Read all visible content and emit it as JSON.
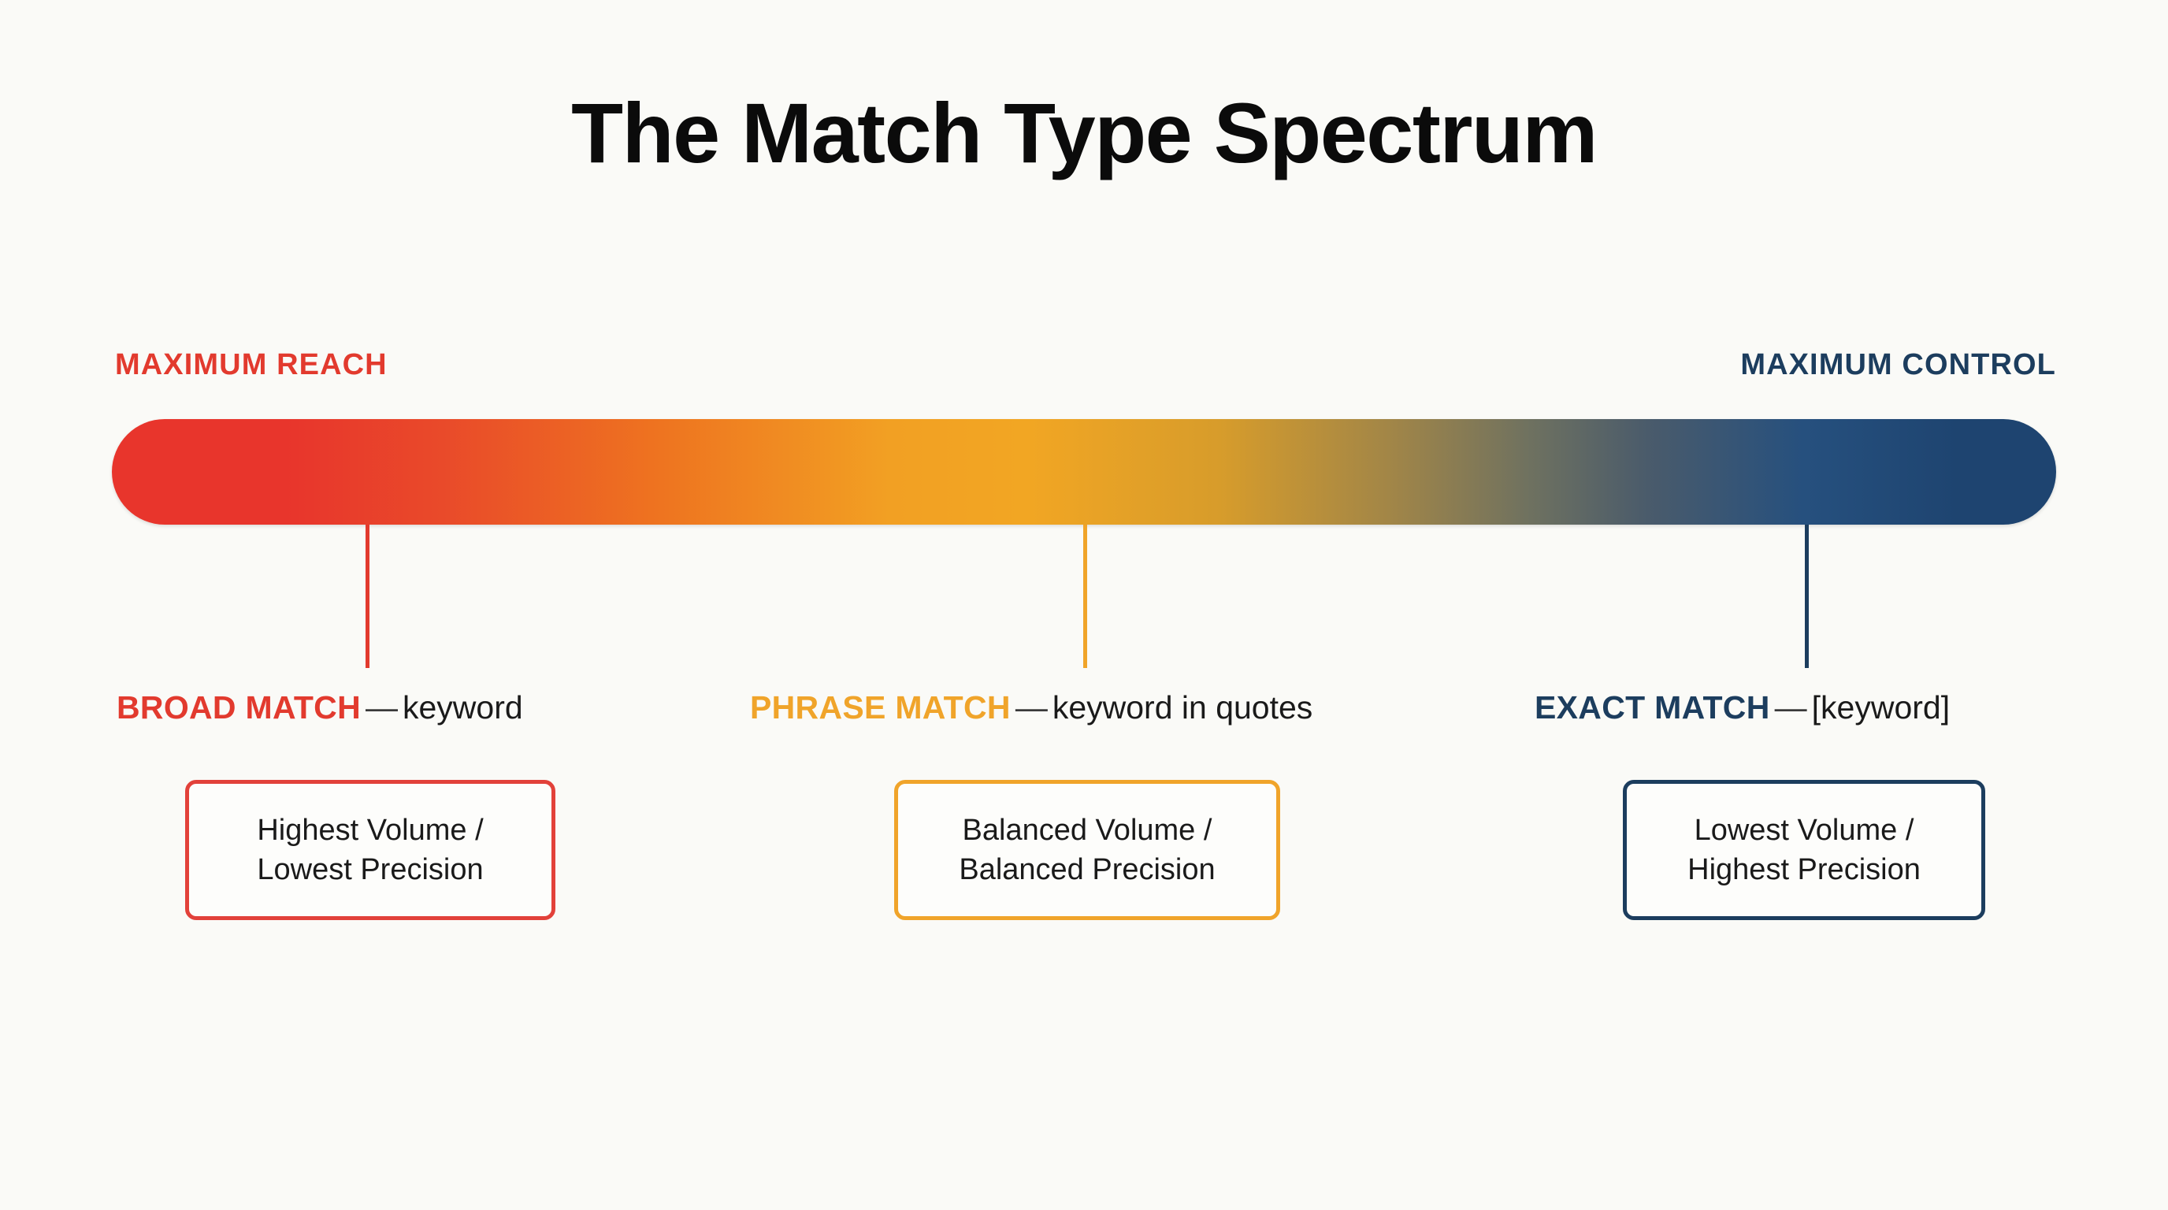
{
  "title": "The Match Type Spectrum",
  "background_color": "#FAFAF7",
  "spectrum": {
    "left_end_label": "MAXIMUM REACH",
    "right_end_label": "MAXIMUM CONTROL",
    "left_color": "#E8352C",
    "mid_color": "#F2A023",
    "right_color": "#1E4470",
    "gradient_stops": [
      "#E8352C",
      "#EE7320",
      "#F2A023",
      "#A08548",
      "#4A5B6B",
      "#1E4470"
    ]
  },
  "match_types": [
    {
      "name": "BROAD MATCH",
      "separator": "—",
      "syntax": "keyword",
      "accent_color": "#E23A2E",
      "outcome_line1": "Highest Volume /",
      "outcome_line2": "Lowest Precision"
    },
    {
      "name": "PHRASE MATCH",
      "separator": "—",
      "syntax": "keyword in quotes",
      "accent_color": "#F0A42A",
      "outcome_line1": "Balanced Volume /",
      "outcome_line2": "Balanced Precision"
    },
    {
      "name": "EXACT MATCH",
      "separator": "—",
      "syntax": "[keyword]",
      "accent_color": "#1C3D5E",
      "outcome_line1": "Lowest Volume /",
      "outcome_line2": "Highest Precision"
    }
  ]
}
